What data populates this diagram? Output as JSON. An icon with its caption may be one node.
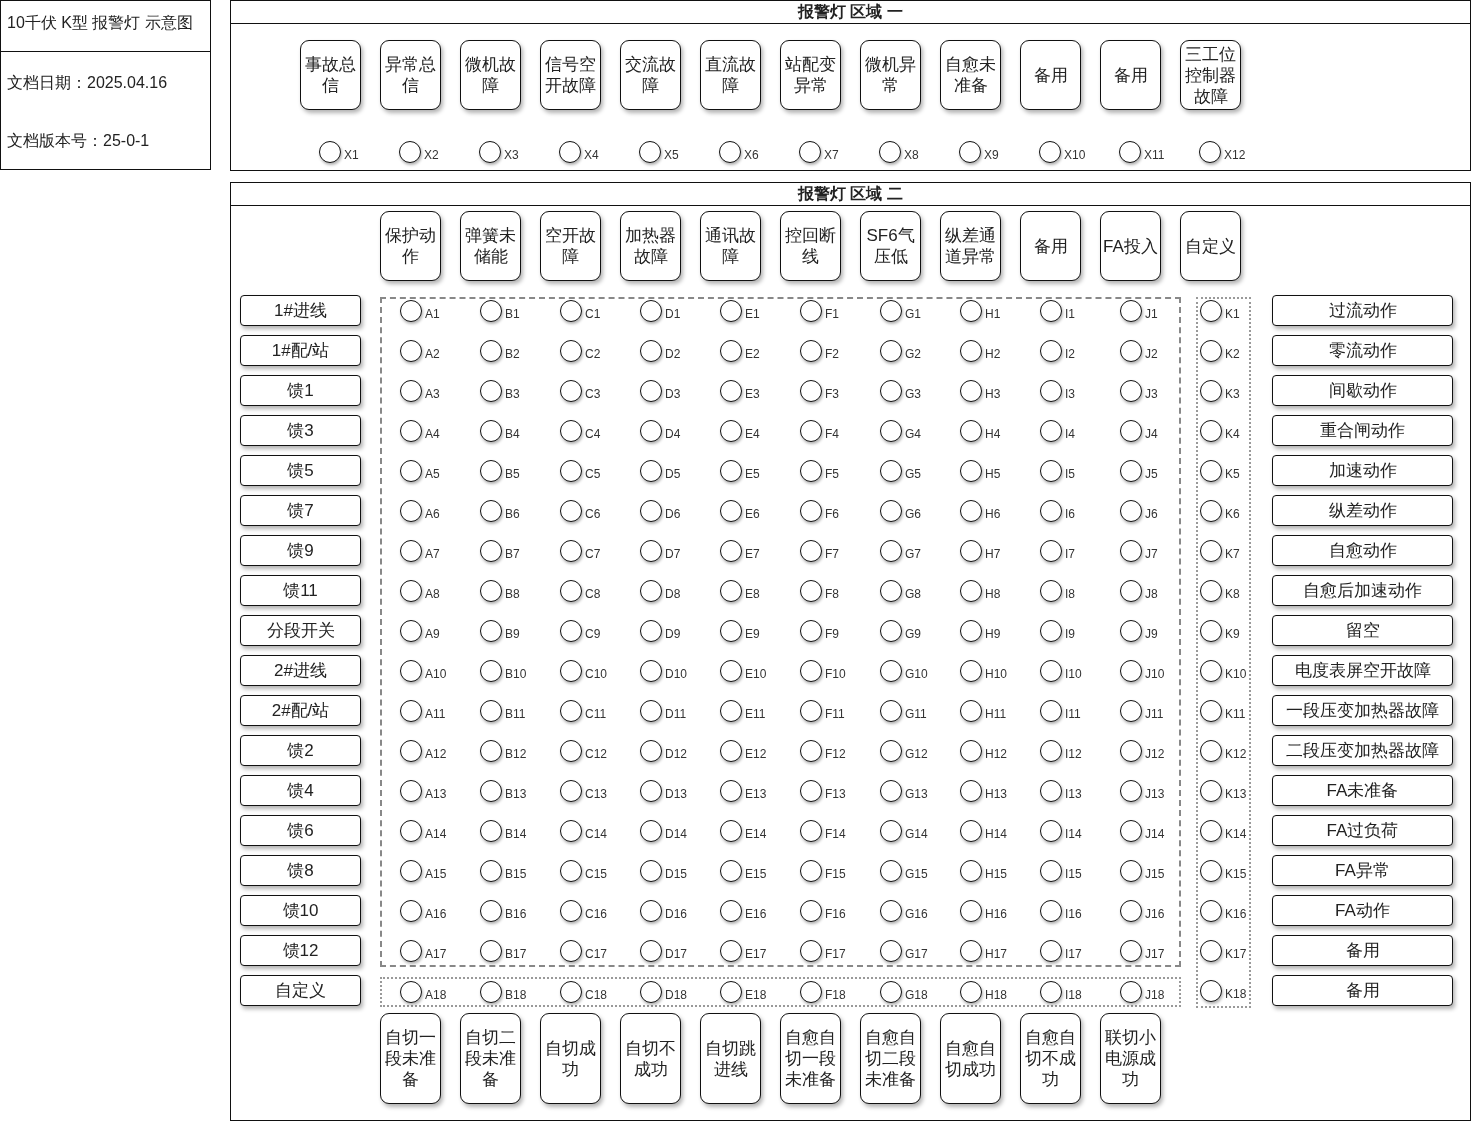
{
  "diagram": {
    "nodes": [
      {
        "text": [
          "10千伏 K型 报警灯 示意图",
          "文档日期：2025.04.16",
          "文档版本号：25-0-1"
        ]
      },
      {
        "text": [
          "报警灯 区域 一"
        ]
      },
      {
        "text": [
          "事故总信"
        ],
        "in": 1
      },
      {
        "text": [
          "异常总信"
        ],
        "in": 1
      },
      {
        "text": [
          "微机故障"
        ],
        "in": 1
      },
      {
        "text": [
          "信号空开故障"
        ],
        "in": 1
      },
      {
        "text": [
          "交流故障"
        ],
        "in": 1
      },
      {
        "text": [
          "直流故障"
        ],
        "in": 1
      },
      {
        "text": [
          "站配变异常"
        ],
        "in": 1
      },
      {
        "text": [
          "微机异常"
        ],
        "in": 1
      },
      {
        "text": [
          "自愈未准备"
        ],
        "in": 1
      },
      {
        "text": [
          "备用"
        ],
        "in": 1
      },
      {
        "text": [
          "备用"
        ],
        "in": 1
      },
      {
        "text": [
          "三工位控制器故障"
        ],
        "in": 1
      },
      {
        "text": [],
        "shape": "circle",
        "in": 1,
        "beside": [
          "X1"
        ]
      },
      {
        "text": [],
        "shape": "circle",
        "in": 1,
        "beside": [
          "X2"
        ]
      },
      {
        "text": [],
        "shape": "circle",
        "in": 1,
        "beside": [
          "X3"
        ]
      },
      {
        "text": [],
        "shape": "circle",
        "in": 1,
        "beside": [
          "X4"
        ]
      },
      {
        "text": [],
        "shape": "circle",
        "in": 1,
        "beside": [
          "X5"
        ]
      },
      {
        "text": [],
        "shape": "circle",
        "in": 1,
        "beside": [
          "X6"
        ]
      },
      {
        "text": [],
        "shape": "circle",
        "in": 1,
        "beside": [
          "X7"
        ]
      },
      {
        "text": [],
        "shape": "circle",
        "in": 1,
        "beside": [
          "X8"
        ]
      },
      {
        "text": [],
        "shape": "circle",
        "in": 1,
        "beside": [
          "X9"
        ]
      },
      {
        "text": [],
        "shape": "circle",
        "in": 1,
        "beside": [
          "X10"
        ]
      },
      {
        "text": [],
        "shape": "circle",
        "in": 1,
        "beside": [
          "X11"
        ]
      },
      {
        "text": [],
        "shape": "circle",
        "in": 1,
        "beside": [
          "X12"
        ]
      },
      {
        "text": [
          "报警灯 区域 二"
        ]
      },
      {
        "text": [
          "保护动作"
        ],
        "in": 26
      },
      {
        "text": [
          "弹簧未储能"
        ],
        "in": 26
      },
      {
        "text": [
          "空开故障"
        ],
        "in": 26
      },
      {
        "text": [
          "加热器故障"
        ],
        "in": 26
      },
      {
        "text": [
          "通讯故障"
        ],
        "in": 26
      },
      {
        "text": [
          "控回断线"
        ],
        "in": 26
      },
      {
        "text": [
          "SF6气压低"
        ],
        "in": 26
      },
      {
        "text": [
          "纵差通道异常"
        ],
        "in": 26
      },
      {
        "text": [
          "备用"
        ],
        "in": 26
      },
      {
        "text": [
          "FA投入"
        ],
        "in": 26
      },
      {
        "text": [
          "自定义"
        ],
        "in": 26
      },
      {
        "text": [
          "1#进线"
        ],
        "in": 26
      },
      {
        "text": [
          "1#配/站"
        ],
        "in": 26
      },
      {
        "text": [
          "馈1"
        ],
        "in": 26
      },
      {
        "text": [
          "馈3"
        ],
        "in": 26
      },
      {
        "text": [
          "馈5"
        ],
        "in": 26
      },
      {
        "text": [
          "馈7"
        ],
        "in": 26
      },
      {
        "text": [
          "馈9"
        ],
        "in": 26
      },
      {
        "text": [
          "馈11"
        ],
        "in": 26
      },
      {
        "text": [
          "分段开关"
        ],
        "in": 26
      },
      {
        "text": [
          "2#进线"
        ],
        "in": 26
      },
      {
        "text": [
          "2#配/站"
        ],
        "in": 26
      },
      {
        "text": [
          "馈2"
        ],
        "in": 26
      },
      {
        "text": [
          "馈4"
        ],
        "in": 26
      },
      {
        "text": [
          "馈6"
        ],
        "in": 26
      },
      {
        "text": [
          "馈8"
        ],
        "in": 26
      },
      {
        "text": [
          "馈10"
        ],
        "in": 26
      },
      {
        "text": [
          "馈12"
        ],
        "in": 26
      },
      {
        "text": [
          "自定义"
        ],
        "in": 26
      },
      {
        "text": [],
        "shape": "box",
        "in": 26
      },
      {
        "text": [],
        "shape": "circle",
        "in": 56,
        "beside": [
          "A1"
        ]
      },
      {
        "text": [],
        "shape": "circle",
        "in": 56,
        "beside": [
          "B1"
        ]
      },
      {
        "text": [],
        "shape": "circle",
        "in": 56,
        "beside": [
          "C1"
        ]
      },
      {
        "text": [],
        "shape": "circle",
        "in": 56,
        "beside": [
          "D1"
        ]
      },
      {
        "text": [],
        "shape": "circle",
        "in": 56,
        "beside": [
          "E1"
        ]
      },
      {
        "text": [],
        "shape": "circle",
        "in": 56,
        "beside": [
          "F1"
        ]
      },
      {
        "text": [],
        "shape": "circle",
        "in": 56,
        "beside": [
          "G1"
        ]
      },
      {
        "text": [],
        "shape": "circle",
        "in": 56,
        "beside": [
          "H1"
        ]
      },
      {
        "text": [],
        "shape": "circle",
        "in": 56,
        "beside": [
          "I1"
        ]
      },
      {
        "text": [],
        "shape": "circle",
        "in": 56,
        "beside": [
          "J1"
        ]
      },
      {
        "text": [],
        "shape": "circle",
        "in": 56,
        "beside": [
          "A2"
        ]
      },
      {
        "text": [],
        "shape": "circle",
        "in": 56,
        "beside": [
          "B2"
        ]
      },
      {
        "text": [],
        "shape": "circle",
        "in": 56,
        "beside": [
          "C2"
        ]
      },
      {
        "text": [],
        "shape": "circle",
        "in": 56,
        "beside": [
          "D2"
        ]
      },
      {
        "text": [],
        "shape": "circle",
        "in": 56,
        "beside": [
          "E2"
        ]
      },
      {
        "text": [],
        "shape": "circle",
        "in": 56,
        "beside": [
          "F2"
        ]
      },
      {
        "text": [],
        "shape": "circle",
        "in": 56,
        "beside": [
          "G2"
        ]
      },
      {
        "text": [],
        "shape": "circle",
        "in": 56,
        "beside": [
          "H2"
        ]
      },
      {
        "text": [],
        "shape": "circle",
        "in": 56,
        "beside": [
          "I2"
        ]
      },
      {
        "text": [],
        "shape": "circle",
        "in": 56,
        "beside": [
          "J2"
        ]
      },
      {
        "text": [],
        "shape": "circle",
        "in": 56,
        "beside": [
          "A3"
        ]
      },
      {
        "text": [],
        "shape": "circle",
        "in": 56,
        "beside": [
          "B3"
        ]
      },
      {
        "text": [],
        "shape": "circle",
        "in": 56,
        "beside": [
          "C3"
        ]
      },
      {
        "text": [],
        "shape": "circle",
        "in": 56,
        "beside": [
          "D3"
        ]
      },
      {
        "text": [],
        "shape": "circle",
        "in": 56,
        "beside": [
          "E3"
        ]
      },
      {
        "text": [],
        "shape": "circle",
        "in": 56,
        "beside": [
          "F3"
        ]
      },
      {
        "text": [],
        "shape": "circle",
        "in": 56,
        "beside": [
          "G3"
        ]
      },
      {
        "text": [],
        "shape": "circle",
        "in": 56,
        "beside": [
          "H3"
        ]
      },
      {
        "text": [],
        "shape": "circle",
        "in": 56,
        "beside": [
          "I3"
        ]
      },
      {
        "text": [],
        "shape": "circle",
        "in": 56,
        "beside": [
          "J3"
        ]
      },
      {
        "text": [],
        "shape": "circle",
        "in": 56,
        "beside": [
          "A4"
        ]
      },
      {
        "text": [],
        "shape": "circle",
        "in": 56,
        "beside": [
          "B4"
        ]
      },
      {
        "text": [],
        "shape": "circle",
        "in": 56,
        "beside": [
          "C4"
        ]
      },
      {
        "text": [],
        "shape": "circle",
        "in": 56,
        "beside": [
          "D4"
        ]
      },
      {
        "text": [],
        "shape": "circle",
        "in": 56,
        "beside": [
          "E4"
        ]
      },
      {
        "text": [],
        "shape": "circle",
        "in": 56,
        "beside": [
          "F4"
        ]
      },
      {
        "text": [],
        "shape": "circle",
        "in": 56,
        "beside": [
          "G4"
        ]
      },
      {
        "text": [],
        "shape": "circle",
        "in": 56,
        "beside": [
          "H4"
        ]
      },
      {
        "text": [],
        "shape": "circle",
        "in": 56,
        "beside": [
          "I4"
        ]
      },
      {
        "text": [],
        "shape": "circle",
        "in": 56,
        "beside": [
          "J4"
        ]
      },
      {
        "text": [],
        "shape": "circle",
        "in": 56,
        "beside": [
          "A5"
        ]
      },
      {
        "text": [],
        "shape": "circle",
        "in": 56,
        "beside": [
          "B5"
        ]
      },
      {
        "text": [],
        "shape": "circle",
        "in": 56,
        "beside": [
          "C5"
        ]
      },
      {
        "text": [],
        "shape": "circle",
        "in": 56,
        "beside": [
          "D5"
        ]
      },
      {
        "text": [],
        "shape": "circle",
        "in": 56,
        "beside": [
          "E5"
        ]
      },
      {
        "text": [],
        "shape": "circle",
        "in": 56,
        "beside": [
          "F5"
        ]
      },
      {
        "text": [],
        "shape": "circle",
        "in": 56,
        "beside": [
          "G5"
        ]
      },
      {
        "text": [],
        "shape": "circle",
        "in": 56,
        "beside": [
          "H5"
        ]
      },
      {
        "text": [],
        "shape": "circle",
        "in": 56,
        "beside": [
          "I5"
        ]
      },
      {
        "text": [],
        "shape": "circle",
        "in": 56,
        "beside": [
          "J5"
        ]
      },
      {
        "text": [],
        "shape": "circle",
        "in": 56,
        "beside": [
          "A6"
        ]
      },
      {
        "text": [],
        "shape": "circle",
        "in": 56,
        "beside": [
          "B6"
        ]
      },
      {
        "text": [],
        "shape": "circle",
        "in": 56,
        "beside": [
          "C6"
        ]
      },
      {
        "text": [],
        "shape": "circle",
        "in": 56,
        "beside": [
          "D6"
        ]
      },
      {
        "text": [],
        "shape": "circle",
        "in": 56,
        "beside": [
          "E6"
        ]
      },
      {
        "text": [],
        "shape": "circle",
        "in": 56,
        "beside": [
          "F6"
        ]
      },
      {
        "text": [],
        "shape": "circle",
        "in": 56,
        "beside": [
          "G6"
        ]
      },
      {
        "text": [],
        "shape": "circle",
        "in": 56,
        "beside": [
          "H6"
        ]
      },
      {
        "text": [],
        "shape": "circle",
        "in": 56,
        "beside": [
          "I6"
        ]
      },
      {
        "text": [],
        "shape": "circle",
        "in": 56,
        "beside": [
          "J6"
        ]
      },
      {
        "text": [],
        "shape": "circle",
        "in": 56,
        "beside": [
          "A7"
        ]
      },
      {
        "text": [],
        "shape": "circle",
        "in": 56,
        "beside": [
          "B7"
        ]
      },
      {
        "text": [],
        "shape": "circle",
        "in": 56,
        "beside": [
          "C7"
        ]
      },
      {
        "text": [],
        "shape": "circle",
        "in": 56,
        "beside": [
          "D7"
        ]
      },
      {
        "text": [],
        "shape": "circle",
        "in": 56,
        "beside": [
          "E7"
        ]
      },
      {
        "text": [],
        "shape": "circle",
        "in": 56,
        "beside": [
          "F7"
        ]
      },
      {
        "text": [],
        "shape": "circle",
        "in": 56,
        "beside": [
          "G7"
        ]
      },
      {
        "text": [],
        "shape": "circle",
        "in": 56,
        "beside": [
          "H7"
        ]
      },
      {
        "text": [],
        "shape": "circle",
        "in": 56,
        "beside": [
          "I7"
        ]
      },
      {
        "text": [],
        "shape": "circle",
        "in": 56,
        "beside": [
          "J7"
        ]
      },
      {
        "text": [],
        "shape": "circle",
        "in": 56,
        "beside": [
          "A8"
        ]
      },
      {
        "text": [],
        "shape": "circle",
        "in": 56,
        "beside": [
          "B8"
        ]
      },
      {
        "text": [],
        "shape": "circle",
        "in": 56,
        "beside": [
          "C8"
        ]
      },
      {
        "text": [],
        "shape": "circle",
        "in": 56,
        "beside": [
          "D8"
        ]
      },
      {
        "text": [],
        "shape": "circle",
        "in": 56,
        "beside": [
          "E8"
        ]
      },
      {
        "text": [],
        "shape": "circle",
        "in": 56,
        "beside": [
          "F8"
        ]
      },
      {
        "text": [],
        "shape": "circle",
        "in": 56,
        "beside": [
          "G8"
        ]
      },
      {
        "text": [],
        "shape": "circle",
        "in": 56,
        "beside": [
          "H8"
        ]
      },
      {
        "text": [],
        "shape": "circle",
        "in": 56,
        "beside": [
          "I8"
        ]
      },
      {
        "text": [],
        "shape": "circle",
        "in": 56,
        "beside": [
          "J8"
        ]
      },
      {
        "text": [],
        "shape": "circle",
        "in": 56,
        "beside": [
          "A9"
        ]
      },
      {
        "text": [],
        "shape": "circle",
        "in": 56,
        "beside": [
          "B9"
        ]
      },
      {
        "text": [],
        "shape": "circle",
        "in": 56,
        "beside": [
          "C9"
        ]
      },
      {
        "text": [],
        "shape": "circle",
        "in": 56,
        "beside": [
          "D9"
        ]
      },
      {
        "text": [],
        "shape": "circle",
        "in": 56,
        "beside": [
          "E9"
        ]
      },
      {
        "text": [],
        "shape": "circle",
        "in": 56,
        "beside": [
          "F9"
        ]
      },
      {
        "text": [],
        "shape": "circle",
        "in": 56,
        "beside": [
          "G9"
        ]
      },
      {
        "text": [],
        "shape": "circle",
        "in": 56,
        "beside": [
          "H9"
        ]
      },
      {
        "text": [],
        "shape": "circle",
        "in": 56,
        "beside": [
          "I9"
        ]
      },
      {
        "text": [],
        "shape": "circle",
        "in": 56,
        "beside": [
          "J9"
        ]
      },
      {
        "text": [],
        "shape": "circle",
        "in": 56,
        "beside": [
          "A10"
        ]
      },
      {
        "text": [],
        "shape": "circle",
        "in": 56,
        "beside": [
          "B10"
        ]
      },
      {
        "text": [],
        "shape": "circle",
        "in": 56,
        "beside": [
          "C10"
        ]
      },
      {
        "text": [],
        "shape": "circle",
        "in": 56,
        "beside": [
          "D10"
        ]
      },
      {
        "text": [],
        "shape": "circle",
        "in": 56,
        "beside": [
          "E10"
        ]
      },
      {
        "text": [],
        "shape": "circle",
        "in": 56,
        "beside": [
          "F10"
        ]
      },
      {
        "text": [],
        "shape": "circle",
        "in": 56,
        "beside": [
          "G10"
        ]
      },
      {
        "text": [],
        "shape": "circle",
        "in": 56,
        "beside": [
          "H10"
        ]
      },
      {
        "text": [],
        "shape": "circle",
        "in": 56,
        "beside": [
          "I10"
        ]
      },
      {
        "text": [],
        "shape": "circle",
        "in": 56,
        "beside": [
          "J10"
        ]
      },
      {
        "text": [],
        "shape": "circle",
        "in": 56,
        "beside": [
          "A11"
        ]
      },
      {
        "text": [],
        "shape": "circle",
        "in": 56,
        "beside": [
          "B11"
        ]
      },
      {
        "text": [],
        "shape": "circle",
        "in": 56,
        "beside": [
          "C11"
        ]
      },
      {
        "text": [],
        "shape": "circle",
        "in": 56,
        "beside": [
          "D11"
        ]
      },
      {
        "text": [],
        "shape": "circle",
        "in": 56,
        "beside": [
          "E11"
        ]
      },
      {
        "text": [],
        "shape": "circle",
        "in": 56,
        "beside": [
          "F11"
        ]
      },
      {
        "text": [],
        "shape": "circle",
        "in": 56,
        "beside": [
          "G11"
        ]
      },
      {
        "text": [],
        "shape": "circle",
        "in": 56,
        "beside": [
          "H11"
        ]
      },
      {
        "text": [],
        "shape": "circle",
        "in": 56,
        "beside": [
          "I11"
        ]
      },
      {
        "text": [],
        "shape": "circle",
        "in": 56,
        "beside": [
          "J11"
        ]
      },
      {
        "text": [],
        "shape": "circle",
        "in": 56,
        "beside": [
          "A12"
        ]
      },
      {
        "text": [],
        "shape": "circle",
        "in": 56,
        "beside": [
          "B12"
        ]
      },
      {
        "text": [],
        "shape": "circle",
        "in": 56,
        "beside": [
          "C12"
        ]
      },
      {
        "text": [],
        "shape": "circle",
        "in": 56,
        "beside": [
          "D12"
        ]
      },
      {
        "text": [],
        "shape": "circle",
        "in": 56,
        "beside": [
          "E12"
        ]
      },
      {
        "text": [],
        "shape": "circle",
        "in": 56,
        "beside": [
          "F12"
        ]
      },
      {
        "text": [],
        "shape": "circle",
        "in": 56,
        "beside": [
          "G12"
        ]
      },
      {
        "text": [],
        "shape": "circle",
        "in": 56,
        "beside": [
          "H12"
        ]
      },
      {
        "text": [],
        "shape": "circle",
        "in": 56,
        "beside": [
          "I12"
        ]
      },
      {
        "text": [],
        "shape": "circle",
        "in": 56,
        "beside": [
          "J12"
        ]
      },
      {
        "text": [],
        "shape": "circle",
        "in": 56,
        "beside": [
          "A13"
        ]
      },
      {
        "text": [],
        "shape": "circle",
        "in": 56,
        "beside": [
          "B13"
        ]
      },
      {
        "text": [],
        "shape": "circle",
        "in": 56,
        "beside": [
          "C13"
        ]
      },
      {
        "text": [],
        "shape": "circle",
        "in": 56,
        "beside": [
          "D13"
        ]
      },
      {
        "text": [],
        "shape": "circle",
        "in": 56,
        "beside": [
          "E13"
        ]
      },
      {
        "text": [],
        "shape": "circle",
        "in": 56,
        "beside": [
          "F13"
        ]
      },
      {
        "text": [],
        "shape": "circle",
        "in": 56,
        "beside": [
          "G13"
        ]
      },
      {
        "text": [],
        "shape": "circle",
        "in": 56,
        "beside": [
          "H13"
        ]
      },
      {
        "text": [],
        "shape": "circle",
        "in": 56,
        "beside": [
          "I13"
        ]
      },
      {
        "text": [],
        "shape": "circle",
        "in": 56,
        "beside": [
          "J13"
        ]
      },
      {
        "text": [],
        "shape": "circle",
        "in": 56,
        "beside": [
          "A14"
        ]
      },
      {
        "text": [],
        "shape": "circle",
        "in": 56,
        "beside": [
          "B14"
        ]
      },
      {
        "text": [],
        "shape": "circle",
        "in": 56,
        "beside": [
          "C14"
        ]
      },
      {
        "text": [],
        "shape": "circle",
        "in": 56,
        "beside": [
          "D14"
        ]
      },
      {
        "text": [],
        "shape": "circle",
        "in": 56,
        "beside": [
          "E14"
        ]
      },
      {
        "text": [],
        "shape": "circle",
        "in": 56,
        "beside": [
          "F14"
        ]
      },
      {
        "text": [],
        "shape": "circle",
        "in": 56,
        "beside": [
          "G14"
        ]
      },
      {
        "text": [],
        "shape": "circle",
        "in": 56,
        "beside": [
          "H14"
        ]
      },
      {
        "text": [],
        "shape": "circle",
        "in": 56,
        "beside": [
          "I14"
        ]
      },
      {
        "text": [],
        "shape": "circle",
        "in": 56,
        "beside": [
          "J14"
        ]
      },
      {
        "text": [],
        "shape": "circle",
        "in": 56,
        "beside": [
          "A15"
        ]
      },
      {
        "text": [],
        "shape": "circle",
        "in": 56,
        "beside": [
          "B15"
        ]
      },
      {
        "text": [],
        "shape": "circle",
        "in": 56,
        "beside": [
          "C15"
        ]
      },
      {
        "text": [],
        "shape": "circle",
        "in": 56,
        "beside": [
          "D15"
        ]
      },
      {
        "text": [],
        "shape": "circle",
        "in": 56,
        "beside": [
          "E15"
        ]
      },
      {
        "text": [],
        "shape": "circle",
        "in": 56,
        "beside": [
          "F15"
        ]
      },
      {
        "text": [],
        "shape": "circle",
        "in": 56,
        "beside": [
          "G15"
        ]
      },
      {
        "text": [],
        "shape": "circle",
        "in": 56,
        "beside": [
          "H15"
        ]
      },
      {
        "text": [],
        "shape": "circle",
        "in": 56,
        "beside": [
          "I15"
        ]
      },
      {
        "text": [],
        "shape": "circle",
        "in": 56,
        "beside": [
          "J15"
        ]
      },
      {
        "text": [],
        "shape": "circle",
        "in": 56,
        "beside": [
          "A16"
        ]
      },
      {
        "text": [],
        "shape": "circle",
        "in": 56,
        "beside": [
          "B16"
        ]
      },
      {
        "text": [],
        "shape": "circle",
        "in": 56,
        "beside": [
          "C16"
        ]
      },
      {
        "text": [],
        "shape": "circle",
        "in": 56,
        "beside": [
          "D16"
        ]
      },
      {
        "text": [],
        "shape": "circle",
        "in": 56,
        "beside": [
          "E16"
        ]
      },
      {
        "text": [],
        "shape": "circle",
        "in": 56,
        "beside": [
          "F16"
        ]
      },
      {
        "text": [],
        "shape": "circle",
        "in": 56,
        "beside": [
          "G16"
        ]
      },
      {
        "text": [],
        "shape": "circle",
        "in": 56,
        "beside": [
          "H16"
        ]
      },
      {
        "text": [],
        "shape": "circle",
        "in": 56,
        "beside": [
          "I16"
        ]
      },
      {
        "text": [],
        "shape": "circle",
        "in": 56,
        "beside": [
          "J16"
        ]
      },
      {
        "text": [],
        "shape": "circle",
        "in": 56,
        "beside": [
          "A17"
        ]
      },
      {
        "text": [],
        "shape": "circle",
        "in": 56,
        "beside": [
          "B17"
        ]
      },
      {
        "text": [],
        "shape": "circle",
        "in": 56,
        "beside": [
          "C17"
        ]
      },
      {
        "text": [],
        "shape": "circle",
        "in": 56,
        "beside": [
          "D17"
        ]
      },
      {
        "text": [],
        "shape": "circle",
        "in": 56,
        "beside": [
          "E17"
        ]
      },
      {
        "text": [],
        "shape": "circle",
        "in": 56,
        "beside": [
          "F17"
        ]
      },
      {
        "text": [],
        "shape": "circle",
        "in": 56,
        "beside": [
          "G17"
        ]
      },
      {
        "text": [],
        "shape": "circle",
        "in": 56,
        "beside": [
          "H17"
        ]
      },
      {
        "text": [],
        "shape": "circle",
        "in": 56,
        "beside": [
          "I17"
        ]
      },
      {
        "text": [],
        "shape": "circle",
        "in": 56,
        "beside": [
          "J17"
        ]
      },
      {
        "text": [],
        "shape": "box",
        "in": 26
      },
      {
        "text": [],
        "shape": "circle",
        "in": 227,
        "beside": [
          "A18"
        ]
      },
      {
        "text": [],
        "shape": "circle",
        "in": 227,
        "beside": [
          "B18"
        ]
      },
      {
        "text": [],
        "shape": "circle",
        "in": 227,
        "beside": [
          "C18"
        ]
      },
      {
        "text": [],
        "shape": "circle",
        "in": 227,
        "beside": [
          "D18"
        ]
      },
      {
        "text": [],
        "shape": "circle",
        "in": 227,
        "beside": [
          "E18"
        ]
      },
      {
        "text": [],
        "shape": "circle",
        "in": 227,
        "beside": [
          "F18"
        ]
      },
      {
        "text": [],
        "shape": "circle",
        "in": 227,
        "beside": [
          "G18"
        ]
      },
      {
        "text": [],
        "shape": "circle",
        "in": 227,
        "beside": [
          "H18"
        ]
      },
      {
        "text": [],
        "shape": "circle",
        "in": 227,
        "beside": [
          "I18"
        ]
      },
      {
        "text": [],
        "shape": "circle",
        "in": 227,
        "beside": [
          "J18"
        ]
      },
      {
        "text": [],
        "shape": "box",
        "in": 26
      },
      {
        "text": [],
        "shape": "circle",
        "in": 238,
        "beside": [
          "K1"
        ]
      },
      {
        "text": [],
        "shape": "circle",
        "in": 238,
        "beside": [
          "K2"
        ]
      },
      {
        "text": [],
        "shape": "circle",
        "in": 238,
        "beside": [
          "K3"
        ]
      },
      {
        "text": [],
        "shape": "circle",
        "in": 238,
        "beside": [
          "K4"
        ]
      },
      {
        "text": [],
        "shape": "circle",
        "in": 238,
        "beside": [
          "K5"
        ]
      },
      {
        "text": [],
        "shape": "circle",
        "in": 238,
        "beside": [
          "K6"
        ]
      },
      {
        "text": [],
        "shape": "circle",
        "in": 238,
        "beside": [
          "K7"
        ]
      },
      {
        "text": [],
        "shape": "circle",
        "in": 238,
        "beside": [
          "K8"
        ]
      },
      {
        "text": [],
        "shape": "circle",
        "in": 238,
        "beside": [
          "K9"
        ]
      },
      {
        "text": [],
        "shape": "circle",
        "in": 238,
        "beside": [
          "K10"
        ]
      },
      {
        "text": [],
        "shape": "circle",
        "in": 238,
        "beside": [
          "K11"
        ]
      },
      {
        "text": [],
        "shape": "circle",
        "in": 238,
        "beside": [
          "K12"
        ]
      },
      {
        "text": [],
        "shape": "circle",
        "in": 238,
        "beside": [
          "K13"
        ]
      },
      {
        "text": [],
        "shape": "circle",
        "in": 238,
        "beside": [
          "K14"
        ]
      },
      {
        "text": [],
        "shape": "circle",
        "in": 238,
        "beside": [
          "K15"
        ]
      },
      {
        "text": [],
        "shape": "circle",
        "in": 238,
        "beside": [
          "K16"
        ]
      },
      {
        "text": [],
        "shape": "circle",
        "in": 238,
        "beside": [
          "K17"
        ]
      },
      {
        "text": [],
        "shape": "circle",
        "in": 238,
        "beside": [
          "K18"
        ]
      },
      {
        "text": [
          "过流动作"
        ],
        "in": 26
      },
      {
        "text": [
          "零流动作"
        ],
        "in": 26
      },
      {
        "text": [
          "间歇动作"
        ],
        "in": 26
      },
      {
        "text": [
          "重合闸动作"
        ],
        "in": 26
      },
      {
        "text": [
          "加速动作"
        ],
        "in": 26
      },
      {
        "text": [
          "纵差动作"
        ],
        "in": 26
      },
      {
        "text": [
          "自愈动作"
        ],
        "in": 26
      },
      {
        "text": [
          "自愈后加速动作"
        ],
        "in": 26
      },
      {
        "text": [
          "留空"
        ],
        "in": 26
      },
      {
        "text": [
          "电度表屏空开故障"
        ],
        "in": 26
      },
      {
        "text": [
          "一段压变加热器故障"
        ],
        "in": 26
      },
      {
        "text": [
          "二段压变加热器故障"
        ],
        "in": 26
      },
      {
        "text": [
          "FA未准备"
        ],
        "in": 26
      },
      {
        "text": [
          "FA过负荷"
        ],
        "in": 26
      },
      {
        "text": [
          "FA异常"
        ],
        "in": 26
      },
      {
        "text": [
          "FA动作"
        ],
        "in": 26
      },
      {
        "text": [
          "备用"
        ],
        "in": 26
      },
      {
        "text": [
          "备用"
        ],
        "in": 26
      },
      {
        "text": [
          "自切一段未准备"
        ],
        "in": 26
      },
      {
        "text": [
          "自切二段未准备"
        ],
        "in": 26
      },
      {
        "text": [
          "自切成功"
        ],
        "in": 26
      },
      {
        "text": [
          "自切不成功"
        ],
        "in": 26
      },
      {
        "text": [
          "自切跳进线"
        ],
        "in": 26
      },
      {
        "text": [
          "自愈自切一段未准备"
        ],
        "in": 26
      },
      {
        "text": [
          "自愈自切二段未准备"
        ],
        "in": 26
      },
      {
        "text": [
          "自愈自切成功"
        ],
        "in": 26
      },
      {
        "text": [
          "自愈自切不成功"
        ],
        "in": 26
      },
      {
        "text": [
          "联切小电源成功"
        ],
        "in": 26
      }
    ]
  }
}
